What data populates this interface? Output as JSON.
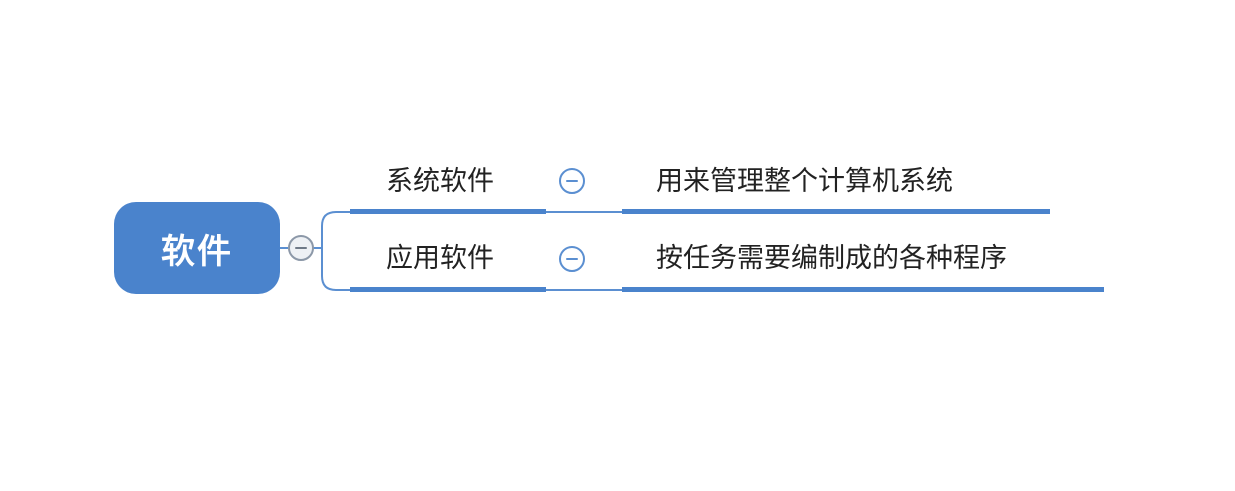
{
  "root": {
    "label": "软件"
  },
  "branches": [
    {
      "label": "系统软件",
      "description": "用来管理整个计算机系统"
    },
    {
      "label": "应用软件",
      "description": "按任务需要编制成的各种程序"
    }
  ],
  "colors": {
    "accent": "#4a83cc",
    "line": "#5b8fd1",
    "text": "#222222"
  },
  "icons": {
    "collapse": "minus-circle-icon"
  }
}
